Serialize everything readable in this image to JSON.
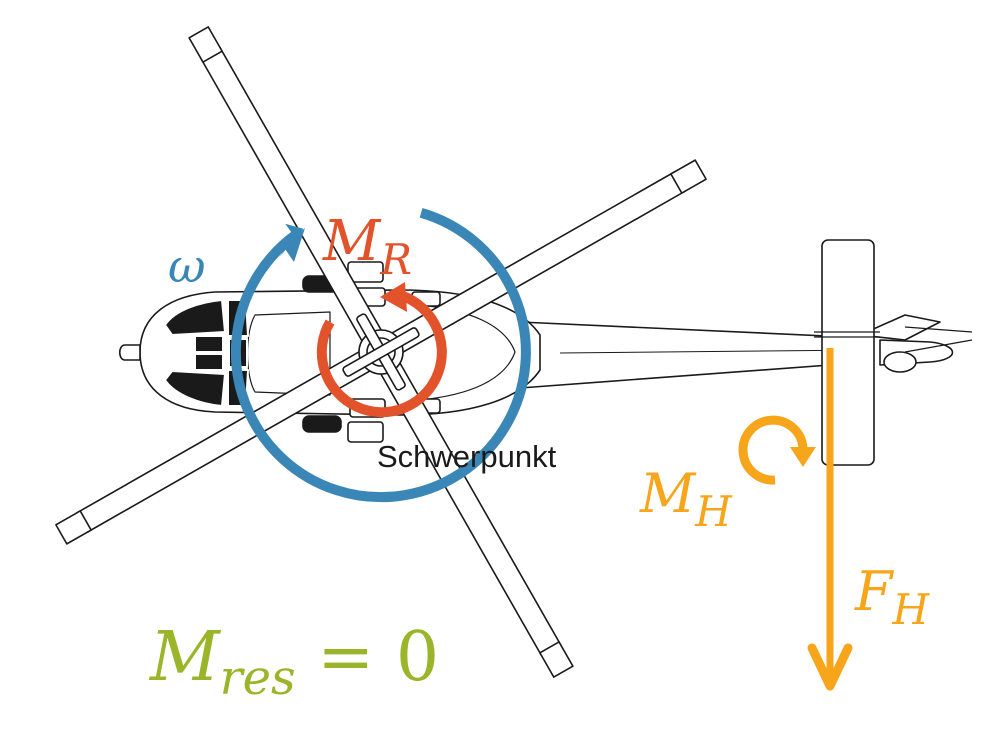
{
  "colors": {
    "outline": "#1a1a1a",
    "body_fill": "#ffffff",
    "window": "#1a1a1a",
    "omega": "#3a87b7",
    "rotor_moment": "#e2522b",
    "tail_moment": "#f7a61b",
    "tail_force": "#f7a61b",
    "result": "#9ab52a"
  },
  "labels": {
    "omega": "ω",
    "rotor_moment_base": "M",
    "rotor_moment_sub": "R",
    "tail_moment_base": "M",
    "tail_moment_sub": "H",
    "tail_force_base": "F",
    "tail_force_sub": "H",
    "center_of_gravity": "Schwerpunkt",
    "result_base": "M",
    "result_sub": "res",
    "result_rhs": " = 0"
  },
  "icons": {
    "helicopter": "helicopter-top-view-icon",
    "rotation_arrow": "curved-arrow-icon",
    "force_arrow": "arrow-down-icon"
  }
}
